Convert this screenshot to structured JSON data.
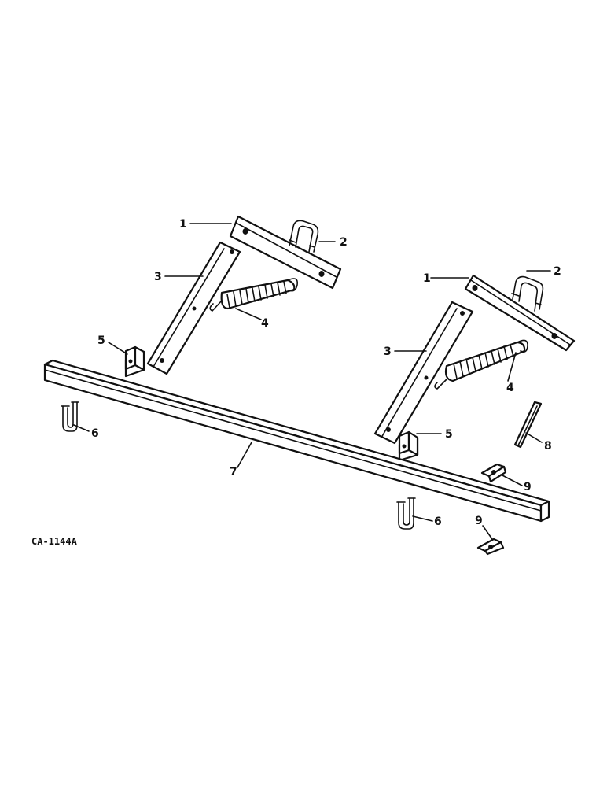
{
  "diagram": {
    "reference_code": "CA-1144A",
    "callouts": [
      "1",
      "2",
      "3",
      "4",
      "5",
      "6",
      "7",
      "8",
      "9"
    ]
  }
}
